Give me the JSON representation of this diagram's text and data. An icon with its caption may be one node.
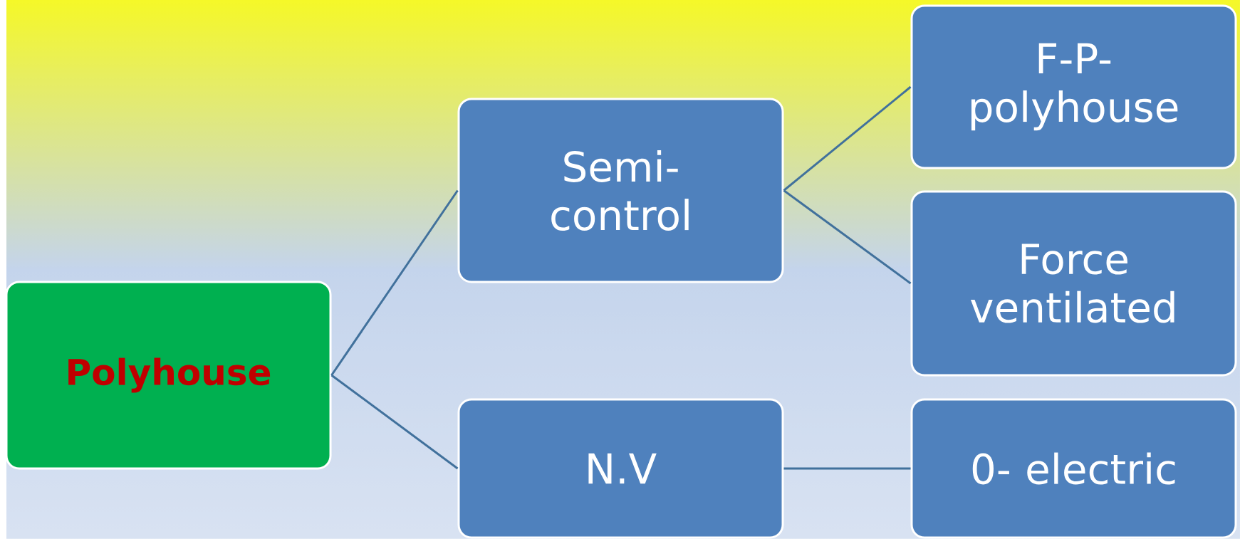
{
  "diagram": {
    "nodes": [
      {
        "text": [
          "Polyhouse"
        ]
      },
      {
        "text": [
          "Semi-control"
        ]
      },
      {
        "text": [
          "N.V"
        ]
      },
      {
        "text": [
          "F-P-polyhouse"
        ]
      },
      {
        "text": [
          "Force ventilated"
        ]
      },
      {
        "text": [
          "0- electric"
        ]
      }
    ],
    "edges": [
      {
        "from": 0,
        "to": 1,
        "arrow": "none"
      },
      {
        "from": 0,
        "to": 2,
        "arrow": "none"
      },
      {
        "from": 1,
        "to": 3,
        "arrow": "none"
      },
      {
        "from": 1,
        "to": 4,
        "arrow": "none"
      },
      {
        "from": 2,
        "to": 5,
        "arrow": "none"
      }
    ]
  }
}
